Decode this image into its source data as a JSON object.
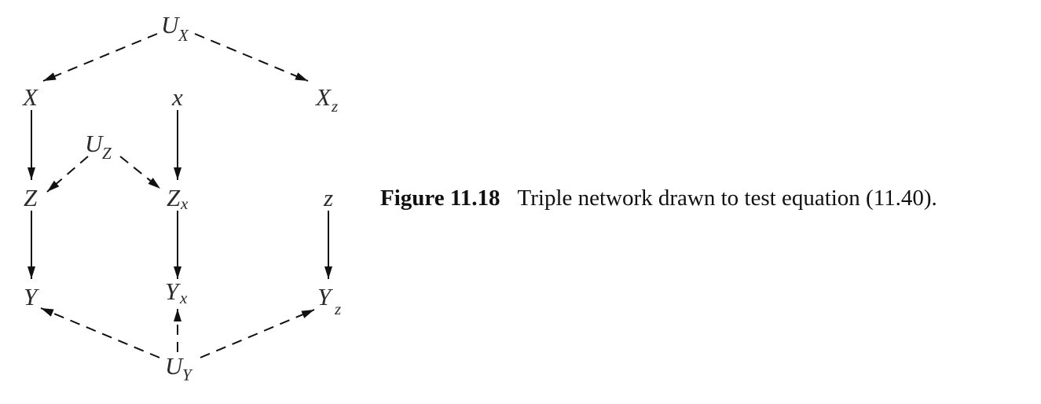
{
  "nodes": {
    "ux": {
      "main": "U",
      "sub": "X"
    },
    "x_big": {
      "main": "X",
      "sub": ""
    },
    "x_small": {
      "main": "x",
      "sub": ""
    },
    "xz": {
      "main": "X",
      "sub": "z"
    },
    "uz": {
      "main": "U",
      "sub": "Z"
    },
    "z_big": {
      "main": "Z",
      "sub": ""
    },
    "zx": {
      "main": "Z",
      "sub": "x"
    },
    "z_small": {
      "main": "z",
      "sub": ""
    },
    "y_big": {
      "main": "Y",
      "sub": ""
    },
    "yx": {
      "main": "Y",
      "sub": "x"
    },
    "yz": {
      "main": "Y",
      "sub": "z"
    },
    "uy": {
      "main": "U",
      "sub": "Y"
    }
  },
  "caption": {
    "figure_label": "Figure 11.18",
    "text": "Triple network drawn to test equation (11.40)."
  }
}
